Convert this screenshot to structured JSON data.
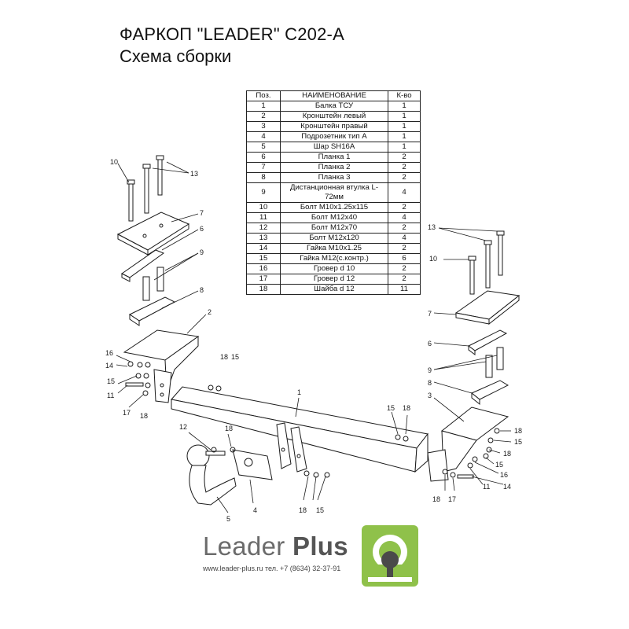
{
  "header": {
    "title": "ФАРКОП \"LEADER\" С202-А",
    "subtitle": "Схема сборки"
  },
  "table": {
    "columns": [
      "Поз.",
      "НАИМЕНОВАНИЕ",
      "К-во"
    ],
    "rows": [
      [
        "1",
        "Балка ТСУ",
        "1"
      ],
      [
        "2",
        "Кронштейн левый",
        "1"
      ],
      [
        "3",
        "Кронштейн правый",
        "1"
      ],
      [
        "4",
        "Подрозетник тип А",
        "1"
      ],
      [
        "5",
        "Шар SH16A",
        "1"
      ],
      [
        "6",
        "Планка 1",
        "2"
      ],
      [
        "7",
        "Планка 2",
        "2"
      ],
      [
        "8",
        "Планка 3",
        "2"
      ],
      [
        "9",
        "Дистанционная втулка L-72мм",
        "4"
      ],
      [
        "10",
        "Болт М10х1.25х115",
        "2"
      ],
      [
        "11",
        "Болт М12х40",
        "4"
      ],
      [
        "12",
        "Болт М12х70",
        "2"
      ],
      [
        "13",
        "Болт М12х120",
        "4"
      ],
      [
        "14",
        "Гайка М10х1.25",
        "2"
      ],
      [
        "15",
        "Гайка М12(с.контр.)",
        "6"
      ],
      [
        "16",
        "Гровер d 10",
        "2"
      ],
      [
        "17",
        "Гровер d 12",
        "2"
      ],
      [
        "18",
        "Шайба d 12",
        "11"
      ]
    ]
  },
  "callouts": {
    "l13": "13",
    "l10": "10",
    "l7": "7",
    "l6": "6",
    "l9": "9",
    "l8": "8",
    "l2": "2",
    "l16": "16",
    "l14": "14",
    "l15": "15",
    "l11": "11",
    "l17": "17",
    "l18": "18",
    "l18b": "18",
    "l15b": "15",
    "l1": "1",
    "l15c": "15",
    "l18c": "18",
    "l12": "12",
    "l18d": "18",
    "l5": "5",
    "l4": "4",
    "l18e": "18",
    "l15e": "15",
    "r13": "13",
    "r10": "10",
    "r7": "7",
    "r6": "6",
    "r9": "9",
    "r8": "8",
    "r3": "3",
    "r18": "18",
    "r15": "15",
    "r18b": "18",
    "r15b": "15",
    "r16": "16",
    "r11": "11",
    "r14": "14",
    "r18c": "18",
    "r17": "17"
  },
  "footer": {
    "brand_light": "Leader ",
    "brand_bold": "Plus",
    "contacts": "www.leader-plus.ru   тел. +7 (8634) 32-37-91"
  },
  "colors": {
    "line": "#1a1a1a",
    "logo_green": "#8fc14a",
    "logo_dark": "#4a4a4a"
  }
}
